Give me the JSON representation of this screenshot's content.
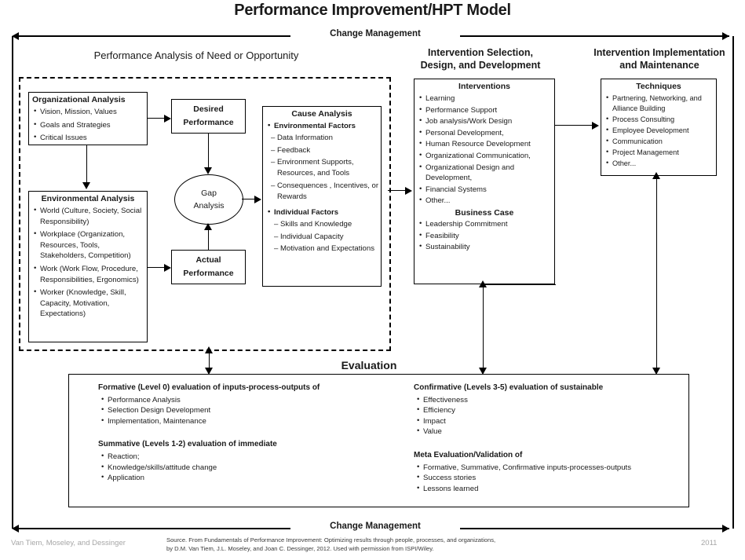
{
  "title": "Performance Improvement/HPT Model",
  "frame": {
    "top_label": "Change Management",
    "bottom_label": "Change Management"
  },
  "columns": {
    "performance_analysis": "Performance Analysis  of Need or Opportunity",
    "intervention_selection": "Intervention Selection,\nDesign, and Development",
    "intervention_implementation": "Intervention Implementation\nand Maintenance"
  },
  "boxes": {
    "organizational_analysis": {
      "title": "Organizational Analysis",
      "items": [
        "Vision, Mission, Values",
        "Goals and Strategies",
        "Critical Issues"
      ]
    },
    "environmental_analysis": {
      "title": "Environmental Analysis",
      "items": [
        "World (Culture, Society, Social Responsibility)",
        "Workplace (Organization, Resources, Tools, Stakeholders, Competition)",
        "Work (Work Flow, Procedure, Responsibilities, Ergonomics)",
        "Worker (Knowledge, Skill, Capacity, Motivation, Expectations)"
      ]
    },
    "desired_performance": "Desired\nPerformance",
    "actual_performance": "Actual\nPerformance",
    "gap_analysis": {
      "line1": "Gap",
      "line2": "Analysis"
    },
    "cause_analysis": {
      "title": "Cause Analysis",
      "group1_title": "Environmental Factors",
      "group1_items": [
        "Data Information",
        "Feedback",
        "Environment Supports, Resources, and Tools",
        "Consequences , Incentives, or Rewards"
      ],
      "group2_title": "Individual Factors",
      "group2_items": [
        "Skills and Knowledge",
        "Individual Capacity",
        "Motivation and Expectations"
      ]
    },
    "interventions": {
      "title": "Interventions",
      "items": [
        "Learning",
        "Performance Support",
        "Job analysis/Work Design",
        "Personal Development,",
        "Human  Resource Development",
        "Organizational Communication,",
        "Organizational Design and Development,",
        "Financial Systems",
        "Other..."
      ],
      "subtitle": "Business Case",
      "sub_items": [
        "Leadership Commitment",
        "Feasibility",
        "Sustainability"
      ]
    },
    "techniques": {
      "title": "Techniques",
      "items": [
        "Partnering, Networking, and Alliance Building",
        "Process Consulting",
        "Employee Development",
        "Communication",
        "Project Management",
        "Other..."
      ]
    }
  },
  "evaluation": {
    "label": "Evaluation",
    "left": [
      {
        "heading": "Formative (Level 0) evaluation of inputs-process-outputs  of",
        "items": [
          "Performance Analysis",
          "Selection  Design  Development",
          "Implementation,  Maintenance"
        ]
      },
      {
        "heading": "Summative (Levels 1-2) evaluation of immediate",
        "items": [
          "Reaction;",
          "Knowledge/skills/attitude change",
          "Application"
        ]
      }
    ],
    "right": [
      {
        "heading": "Confirmative (Levels 3-5)  evaluation of  sustainable",
        "items": [
          "Effectiveness",
          "Efficiency",
          "Impact",
          "Value"
        ]
      },
      {
        "heading": "Meta Evaluation/Validation of",
        "items": [
          "Formative, Summative,  Confirmative inputs-processes-outputs",
          "Success stories",
          "Lessons learned"
        ]
      }
    ]
  },
  "footer": {
    "authors": "Van Tiem, Moseley, and Dessinger",
    "year": "2011",
    "source_line1": "Source. From Fundamentals of Performance Improvement: Optimizing results through people, processes, and organizations,",
    "source_line2": "by D.M. Van Tiem, J.L. Moseley, and Joan C. Dessinger, 2012. Used with permission from ISPI/Wiley."
  }
}
